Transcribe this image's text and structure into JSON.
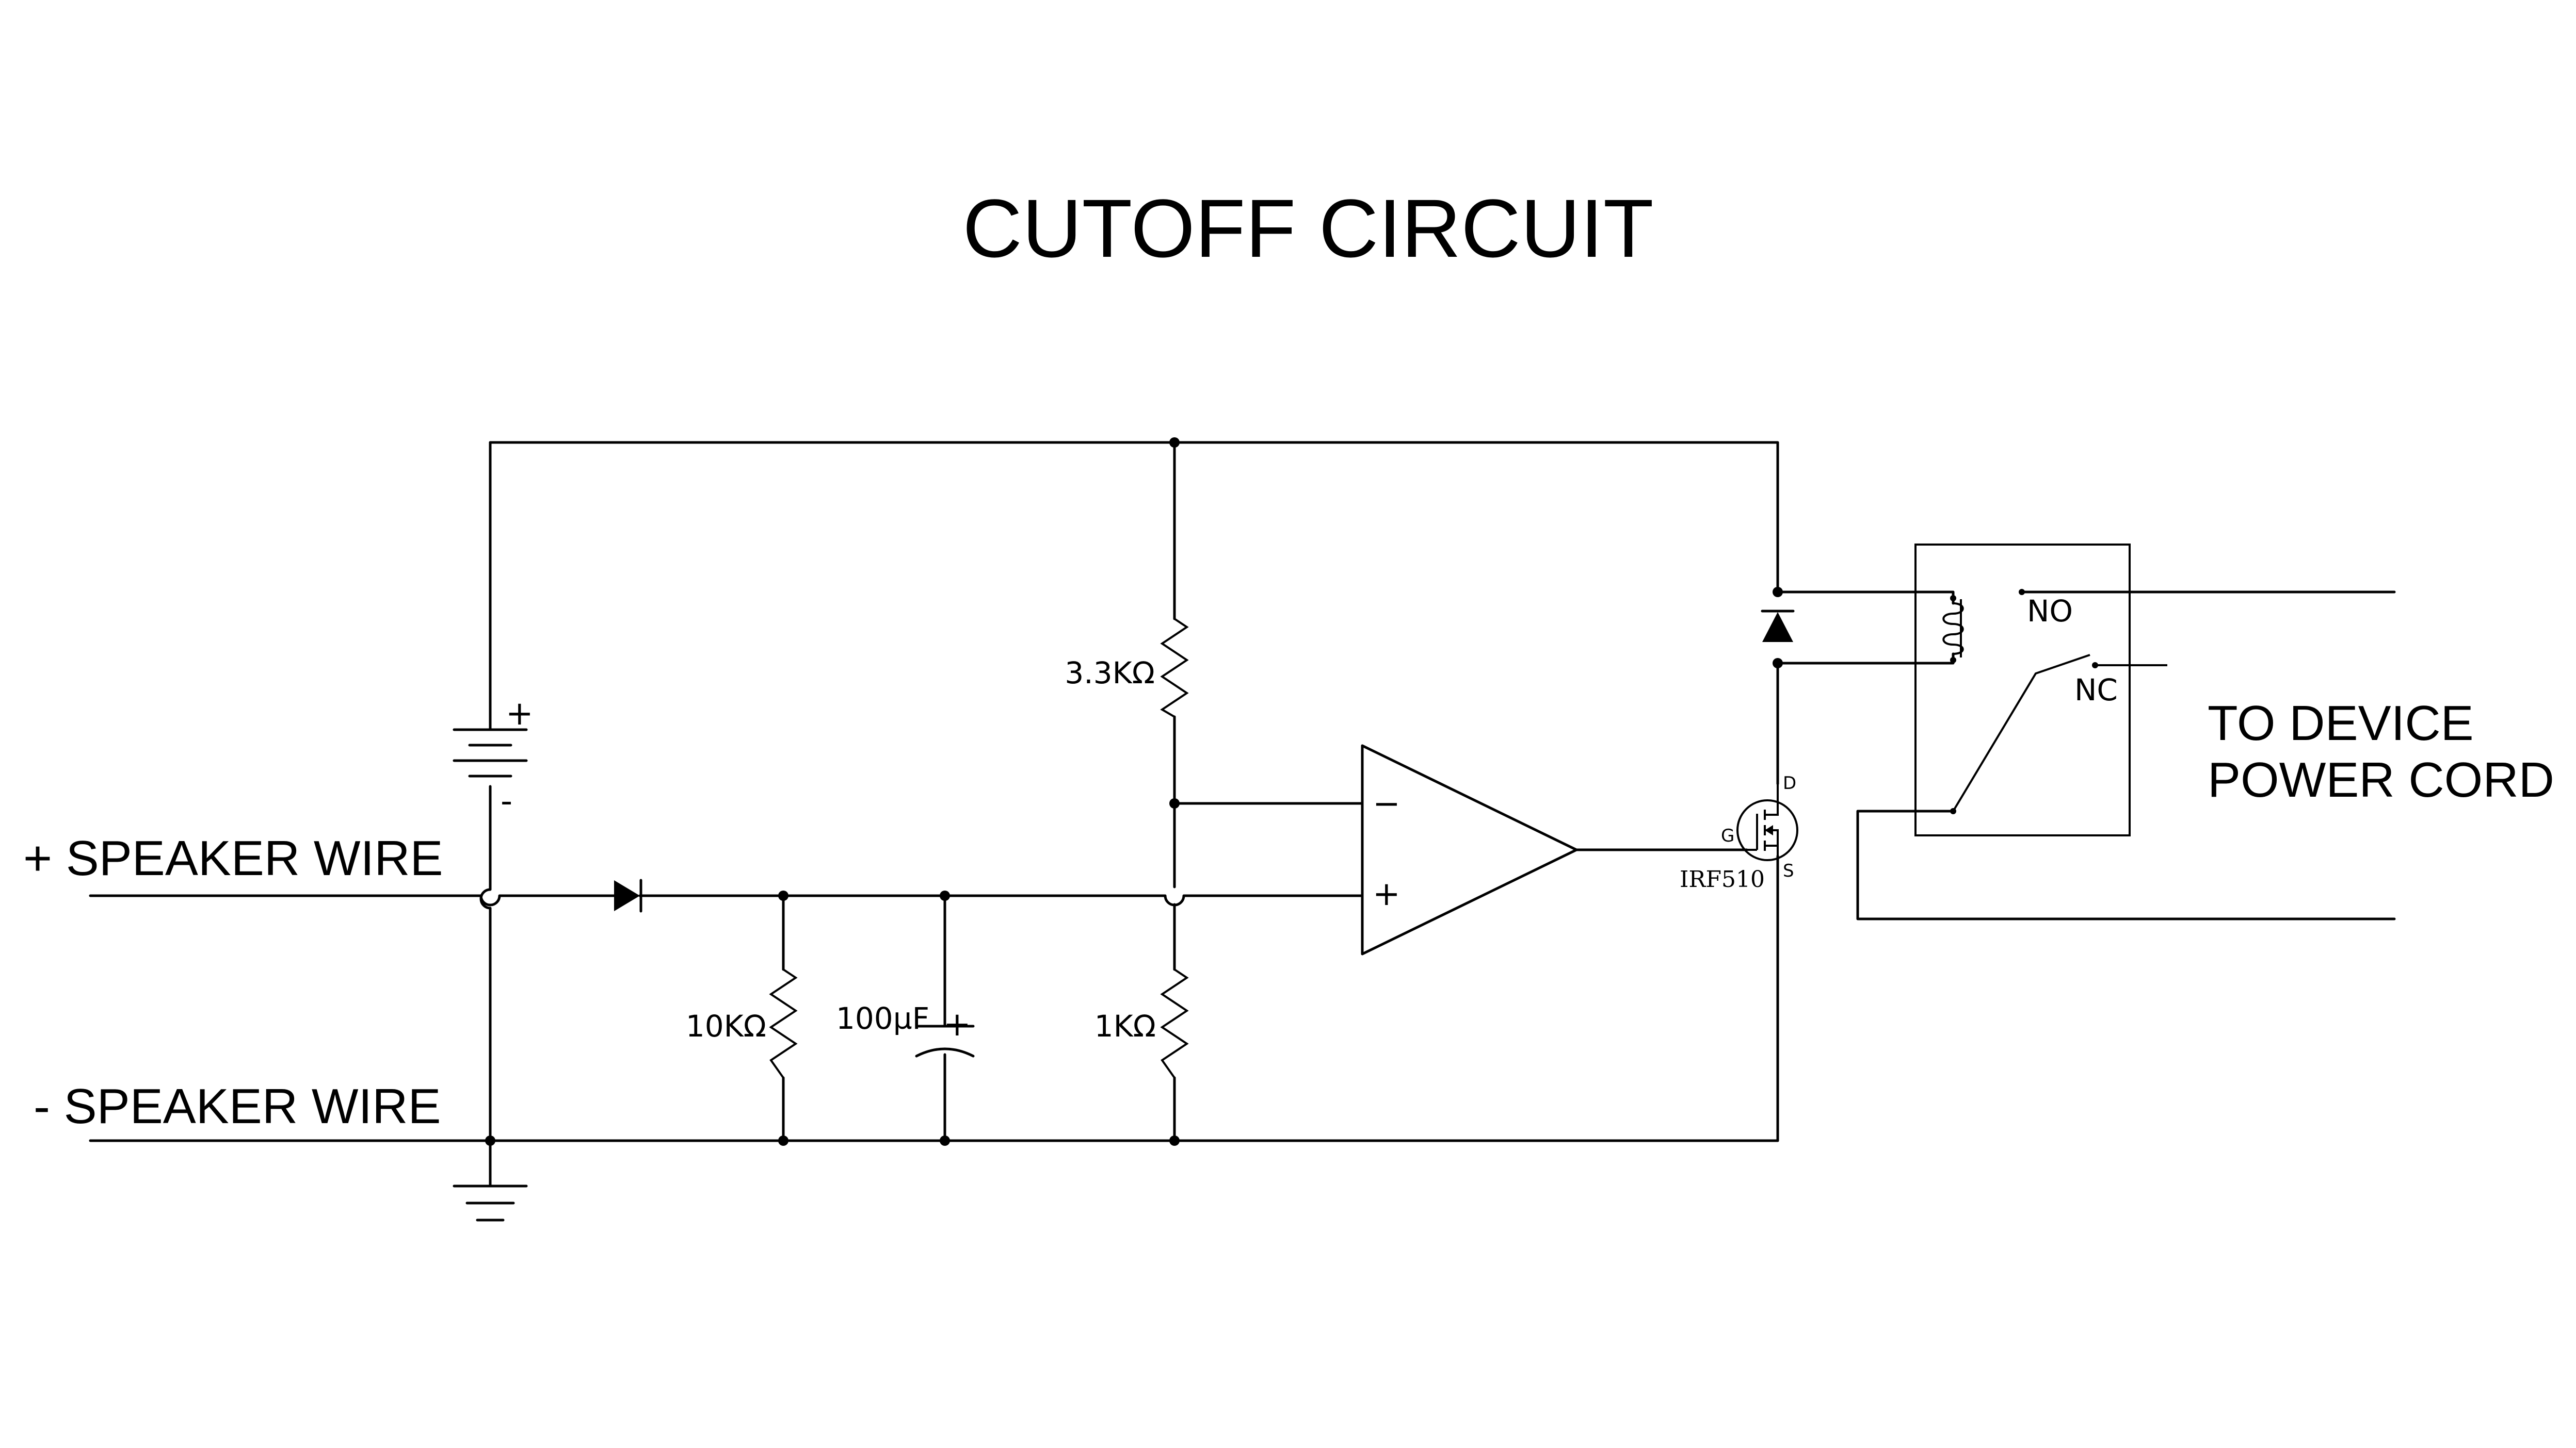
{
  "title": "CUTOFF CIRCUIT",
  "labels": {
    "speaker_plus": "+ SPEAKER WIRE",
    "speaker_minus": "- SPEAKER WIRE",
    "device_line1": "TO DEVICE",
    "device_line2": "POWER CORD"
  },
  "components": {
    "battery_plus": "+",
    "battery_minus": "-",
    "r_top": "3.3KΩ",
    "r_left": "10KΩ",
    "r_bottom": "1KΩ",
    "cap_value": "100µF",
    "cap_plus": "+",
    "opamp_minus": "−",
    "opamp_plus": "+",
    "mosfet_name": "IRF510",
    "mosfet_d": "D",
    "mosfet_g": "G",
    "mosfet_s": "S",
    "relay_no": "NO",
    "relay_nc": "NC"
  }
}
